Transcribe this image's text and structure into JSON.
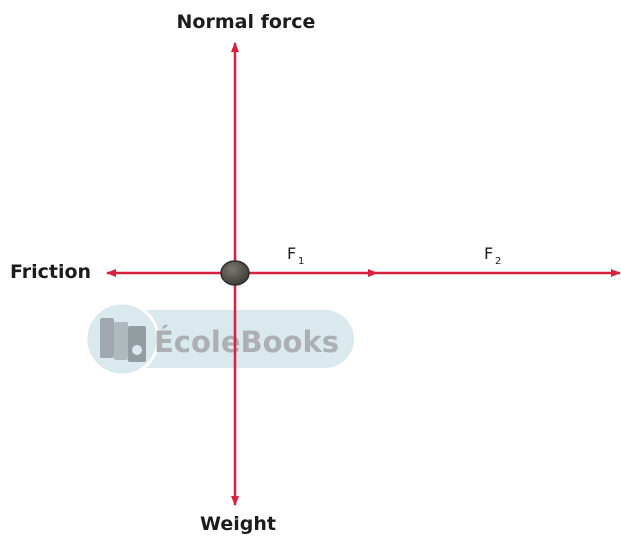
{
  "labels": {
    "normal_force": "Normal force",
    "friction": "Friction",
    "weight": "Weight",
    "f1_base": "F",
    "f1_sub": "1",
    "f2_base": "F",
    "f2_sub": "2"
  },
  "watermark": {
    "text": "ÉcoleBooks"
  },
  "colors": {
    "arrow": "#d8213f",
    "object": "#4a4a42",
    "text": "#1c1c1c",
    "watermark_text": "#9ea3a6",
    "watermark_bg": "#d4e6ea"
  },
  "icons": {
    "object": "rock-object",
    "watermark": "books-logo-icon"
  }
}
